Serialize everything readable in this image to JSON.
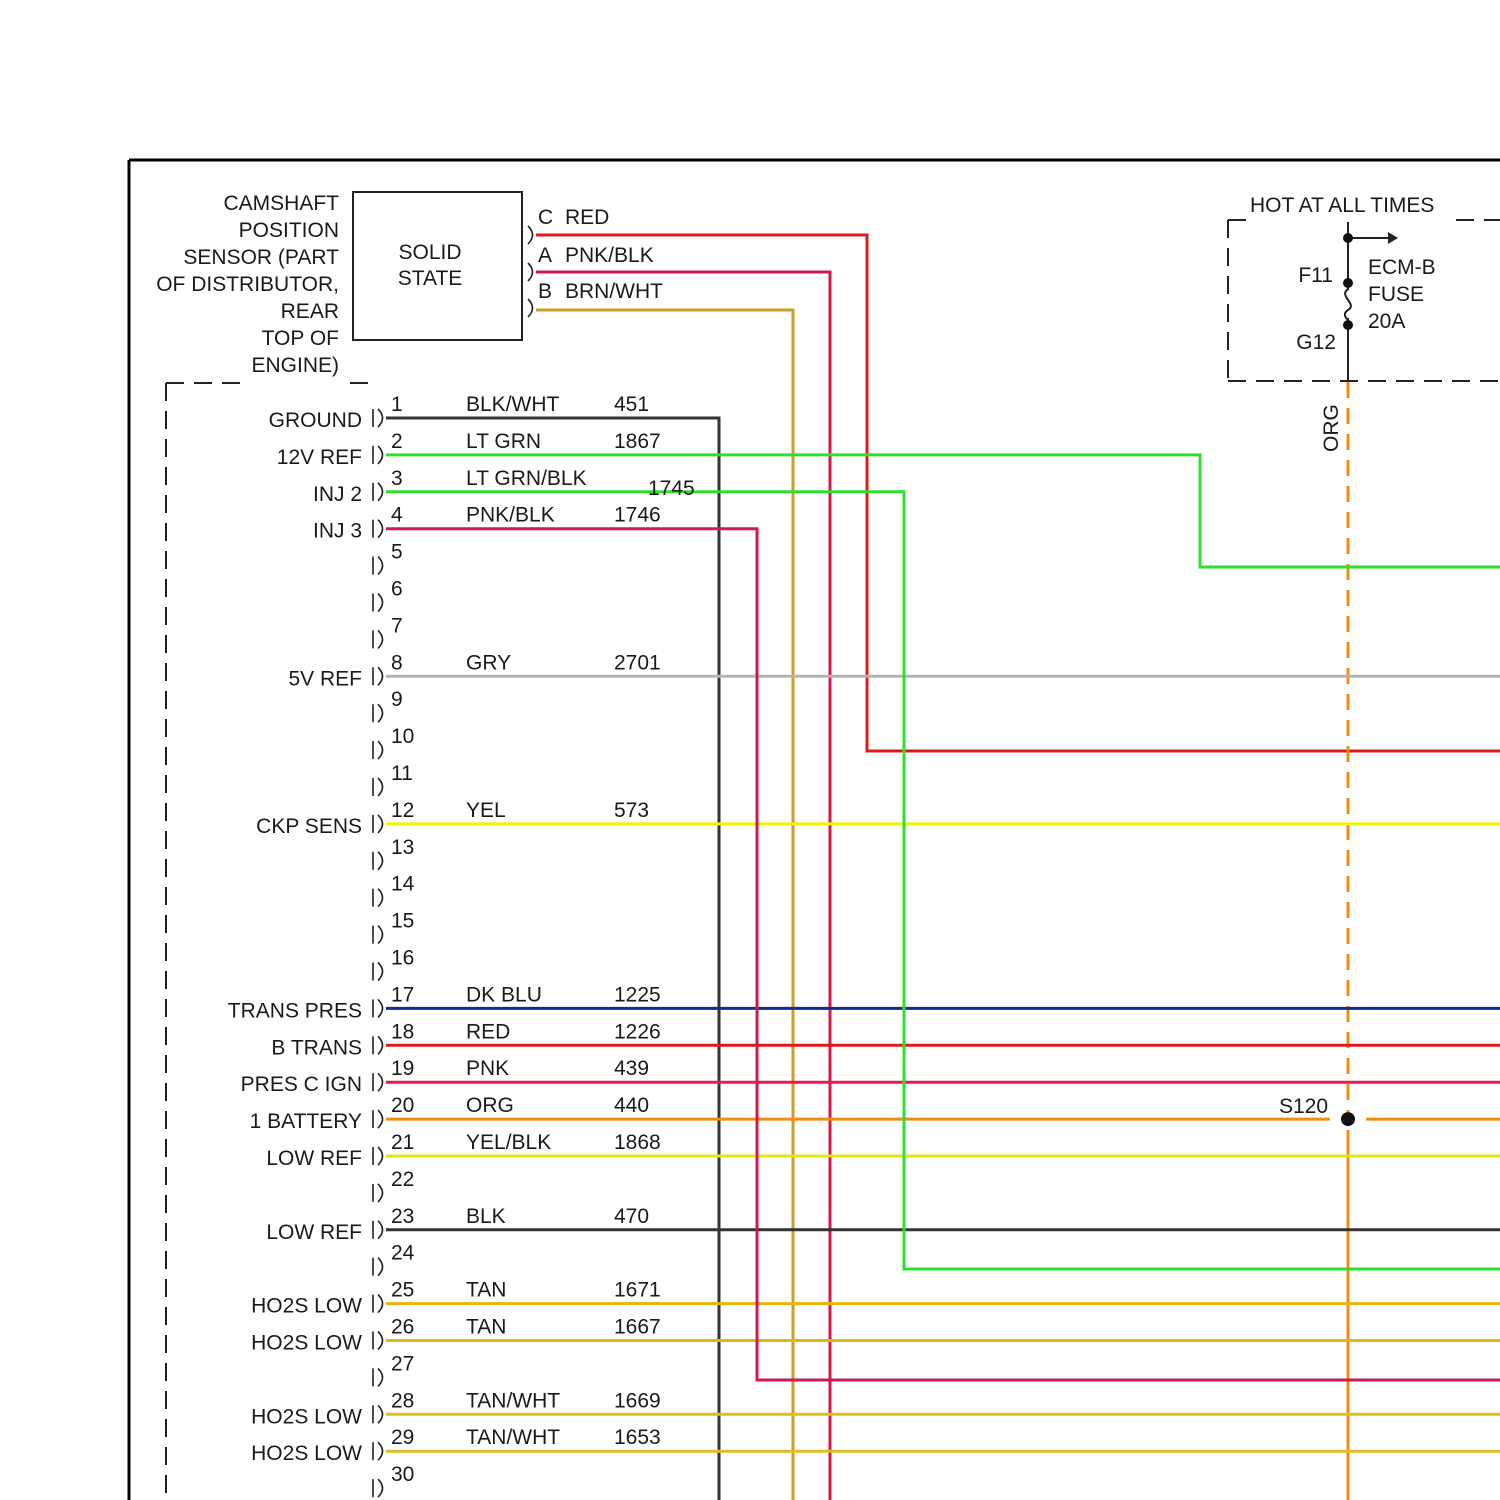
{
  "colors": {
    "black": "#333333",
    "lt_green": "#2ee02e",
    "pink_black": "#d2184c",
    "gray": "#b4b4b4",
    "red": "#e01818",
    "yellow": "#f2f208",
    "dark_blue": "#102c96",
    "pink": "#e81a4e",
    "orange": "#f08c14",
    "yellow_black": "#e6e614",
    "tan": "#e8b410",
    "tan_white": "#e0c020",
    "brown_white": "#c8a028",
    "border": "#000000"
  },
  "camshaft_sensor": {
    "label_lines": [
      "CAMSHAFT",
      "POSITION",
      "SENSOR (PART",
      "OF DISTRIBUTOR,",
      "REAR",
      "TOP OF",
      "ENGINE)"
    ],
    "box_lines": [
      "SOLID",
      "STATE"
    ],
    "pins": [
      {
        "pin": "C",
        "color": "RED"
      },
      {
        "pin": "A",
        "color": "PNK/BLK"
      },
      {
        "pin": "B",
        "color": "BRN/WHT"
      }
    ]
  },
  "fuse_block": {
    "title": "HOT AT ALL TIMES",
    "pin_in": "F11",
    "pin_out": "G12",
    "fuse_lines": [
      "ECM-B",
      "FUSE",
      "20A"
    ],
    "wire_color": "ORG",
    "splice": "S120"
  },
  "connector": {
    "pins": [
      {
        "num": "1",
        "signal": "GROUND",
        "wire_color": "BLK/WHT",
        "circuit": "451"
      },
      {
        "num": "2",
        "signal": "12V REF",
        "wire_color": "LT GRN",
        "circuit": "1867"
      },
      {
        "num": "3",
        "signal": "INJ 2",
        "wire_color": "LT GRN/BLK",
        "circuit": "1745"
      },
      {
        "num": "4",
        "signal": "INJ 3",
        "wire_color": "PNK/BLK",
        "circuit": "1746"
      },
      {
        "num": "5",
        "signal": "",
        "wire_color": "",
        "circuit": ""
      },
      {
        "num": "6",
        "signal": "",
        "wire_color": "",
        "circuit": ""
      },
      {
        "num": "7",
        "signal": "",
        "wire_color": "",
        "circuit": ""
      },
      {
        "num": "8",
        "signal": "5V REF",
        "wire_color": "GRY",
        "circuit": "2701"
      },
      {
        "num": "9",
        "signal": "",
        "wire_color": "",
        "circuit": ""
      },
      {
        "num": "10",
        "signal": "",
        "wire_color": "",
        "circuit": ""
      },
      {
        "num": "11",
        "signal": "",
        "wire_color": "",
        "circuit": ""
      },
      {
        "num": "12",
        "signal": "CKP SENS",
        "wire_color": "YEL",
        "circuit": "573"
      },
      {
        "num": "13",
        "signal": "",
        "wire_color": "",
        "circuit": ""
      },
      {
        "num": "14",
        "signal": "",
        "wire_color": "",
        "circuit": ""
      },
      {
        "num": "15",
        "signal": "",
        "wire_color": "",
        "circuit": ""
      },
      {
        "num": "16",
        "signal": "",
        "wire_color": "",
        "circuit": ""
      },
      {
        "num": "17",
        "signal": "TRANS PRES",
        "wire_color": "DK BLU",
        "circuit": "1225"
      },
      {
        "num": "18",
        "signal": "B TRANS",
        "wire_color": "RED",
        "circuit": "1226"
      },
      {
        "num": "19",
        "signal": "PRES C IGN",
        "wire_color": "PNK",
        "circuit": "439"
      },
      {
        "num": "20",
        "signal": "1 BATTERY",
        "wire_color": "ORG",
        "circuit": "440"
      },
      {
        "num": "21",
        "signal": "LOW REF",
        "wire_color": "YEL/BLK",
        "circuit": "1868"
      },
      {
        "num": "22",
        "signal": "",
        "wire_color": "",
        "circuit": ""
      },
      {
        "num": "23",
        "signal": "LOW REF",
        "wire_color": "BLK",
        "circuit": "470"
      },
      {
        "num": "24",
        "signal": "",
        "wire_color": "",
        "circuit": ""
      },
      {
        "num": "25",
        "signal": "HO2S LOW",
        "wire_color": "TAN",
        "circuit": "1671"
      },
      {
        "num": "26",
        "signal": "HO2S LOW",
        "wire_color": "TAN",
        "circuit": "1667"
      },
      {
        "num": "27",
        "signal": "",
        "wire_color": "",
        "circuit": ""
      },
      {
        "num": "28",
        "signal": "HO2S LOW",
        "wire_color": "TAN/WHT",
        "circuit": "1669"
      },
      {
        "num": "29",
        "signal": "HO2S LOW",
        "wire_color": "TAN/WHT",
        "circuit": "1653"
      },
      {
        "num": "30",
        "signal": "",
        "wire_color": "",
        "circuit": ""
      }
    ]
  }
}
